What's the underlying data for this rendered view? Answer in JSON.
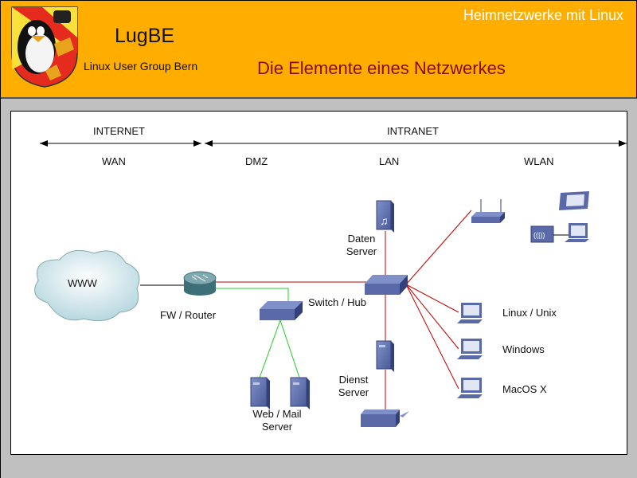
{
  "header": {
    "logo_alt": "LugBE penguin coat of arms",
    "brand": "LugBE",
    "brand_subtitle": "Linux User Group Bern",
    "presentation_title": "Heimnetzwerke mit Linux",
    "slide_title": "Die Elemente eines Netzwerkes"
  },
  "colors": {
    "header_bg": "#ffae00",
    "slide_title": "#8a0a00",
    "lan_link": "#c00000",
    "dmz_link": "#22cc22",
    "device_blue": "#5a6aa8"
  },
  "diagram": {
    "zones_top": [
      "INTERNET",
      "INTRANET"
    ],
    "zones_bottom": [
      "WAN",
      "DMZ",
      "LAN",
      "WLAN"
    ],
    "nodes": {
      "cloud": "WWW",
      "router": "FW / Router",
      "dmz_switch": "Switch / Hub",
      "data_server_l1": "Daten",
      "data_server_l2": "Server",
      "service_server_l1": "Dienst",
      "service_server_l2": "Server",
      "web_mail_l1": "Web / Mail",
      "web_mail_l2": "Server",
      "client_linux": "Linux / Unix",
      "client_windows": "Windows",
      "client_mac": "MacOS X"
    }
  }
}
